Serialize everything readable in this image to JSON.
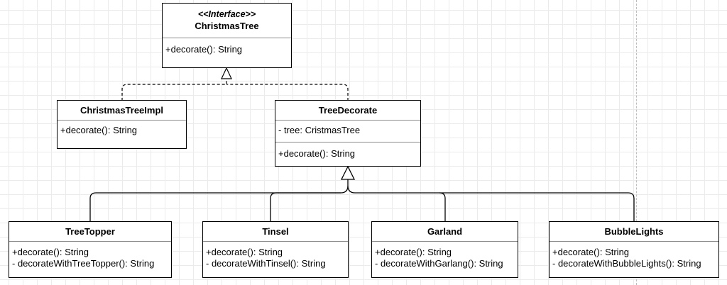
{
  "diagram": {
    "interface": {
      "stereotype": "<<Interface>>",
      "name": "ChristmasTree",
      "methods": [
        "+decorate(): String"
      ]
    },
    "impl": {
      "name": "ChristmasTreeImpl",
      "methods": [
        "+decorate(): String"
      ]
    },
    "decorator": {
      "name": "TreeDecorate",
      "attributes": [
        "- tree: CristmasTree"
      ],
      "methods": [
        "+decorate(): String"
      ]
    },
    "tree_topper": {
      "name": "TreeTopper",
      "methods": [
        "+decorate(): String",
        "- decorateWithTreeTopper(): String"
      ]
    },
    "tinsel": {
      "name": "Tinsel",
      "methods": [
        "+decorate(): String",
        "- decorateWithTinsel(): String"
      ]
    },
    "garland": {
      "name": "Garland",
      "methods": [
        "+decorate(): String",
        "- decorateWithGarlang(): String"
      ]
    },
    "bubble_lights": {
      "name": "BubbleLights",
      "methods": [
        "+decorate(): String",
        "- decorateWithBubbleLights(): String"
      ]
    }
  }
}
